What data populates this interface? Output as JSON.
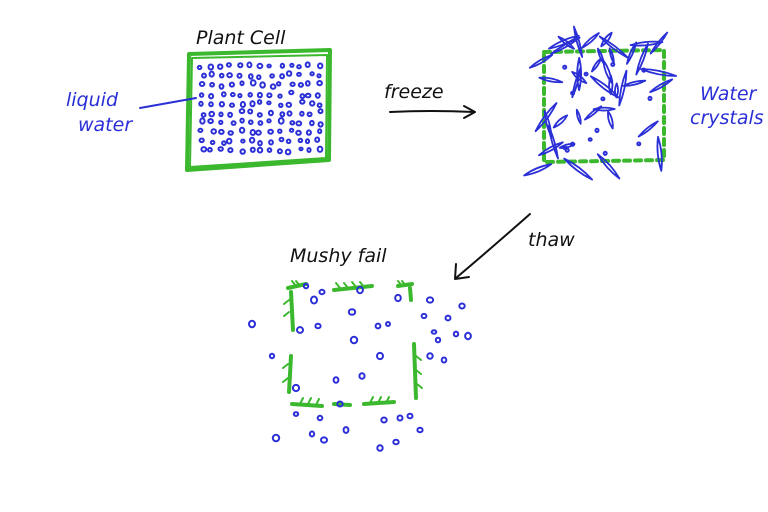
{
  "labels": {
    "plant_cell": "Plant Cell",
    "liquid_water_line1": "liquid",
    "liquid_water_line2": "water",
    "freeze": "freeze",
    "water_crystals_line1": "Water",
    "water_crystals_line2": "crystals",
    "thaw": "thaw",
    "mushy_fail": "Mushy fail"
  },
  "colors": {
    "cell_wall": "#3bb82e",
    "water": "#2b2fd6",
    "ink": "#111111",
    "background": "#ffffff"
  }
}
